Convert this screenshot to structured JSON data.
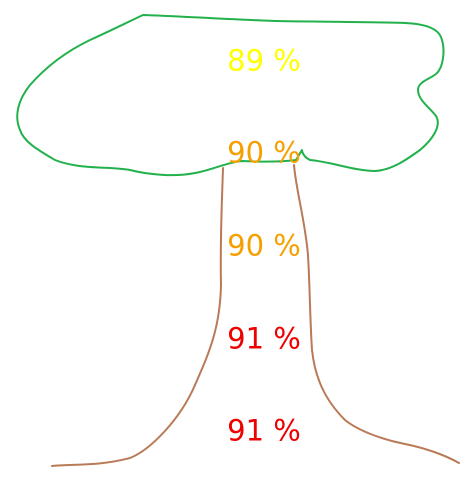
{
  "sketch": {
    "crown_color": "#22b14c",
    "trunk_color": "#b97a57",
    "labels": [
      {
        "text": "89 %",
        "color": "#ffff00"
      },
      {
        "text": "90 %",
        "color": "#f5a000"
      },
      {
        "text": "90 %",
        "color": "#f5a000"
      },
      {
        "text": "91 %",
        "color": "#ee0000"
      },
      {
        "text": "91 %",
        "color": "#ee0000"
      }
    ]
  }
}
